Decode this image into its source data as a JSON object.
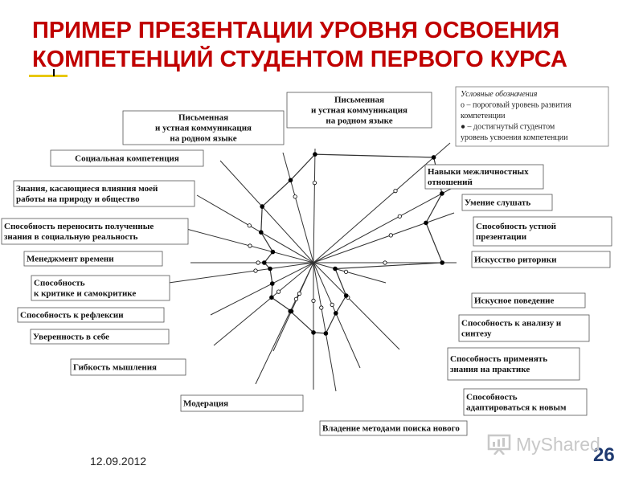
{
  "slide": {
    "title": "ПРИМЕР ПРЕЗЕНТАЦИИ УРОВНЯ ОСВОЕНИЯ КОМПЕТЕНЦИЙ СТУДЕНТОМ ПЕРВОГО КУРСА",
    "date": "12.09.2012",
    "page_number": "26",
    "watermark": "MyShared"
  },
  "colors": {
    "title": "#c00000",
    "title_accent": "#e8c800",
    "page_number": "#1f3a70",
    "lines": "#333333"
  },
  "chart_data": {
    "type": "radar",
    "axes": [
      "Письменная и устная коммуникация на родном языке",
      "Навыки межличностных отношений",
      "Умение слушать",
      "Способность устной презентации",
      "Искусство риторики",
      "Искусное поведение",
      "Способность к анализу и синтезу",
      "Способность применять знания на практике",
      "Способность адаптироваться к новым",
      "Владение методами поиска нового",
      "Модерация",
      "Гибкость мышления",
      "Уверенность в себе",
      "Способность к рефлексии",
      "Способность к критике и самокритике",
      "Менеджмент времени",
      "Способность переносить полученные знания в социальную реальность",
      "Знания, касающиеся влияния моей работы на природу и общество",
      "Социальная компетенция",
      "Письменная и устная коммуникация на родном языке"
    ],
    "max": 1.0,
    "series": [
      {
        "name": "пороговый уровень развития компетенции",
        "marker": "open",
        "values": [
          0.7,
          0.6,
          0.55,
          0.55,
          0.5,
          0.45,
          0.4,
          0.4,
          0.35,
          0.3,
          0.3,
          0.35,
          0.35,
          0.4,
          0.4,
          0.45,
          0.5,
          0.55,
          0.55,
          0.6
        ]
      },
      {
        "name": "достигнутый студентом уровень усвоения компетенции",
        "marker": "filled",
        "values": [
          0.95,
          0.88,
          0.82,
          0.8,
          0.9,
          0.3,
          0.38,
          0.48,
          0.55,
          0.55,
          0.4,
          0.55,
          0.42,
          0.4,
          0.3,
          0.4,
          0.32,
          0.45,
          0.55,
          0.75
        ]
      }
    ],
    "legend": {
      "title": "Условные обозначения",
      "open_marker_text": "о – пороговый уровень развития компетенции",
      "filled_marker_text": "● – достигнутый студентом уровень усвоения компетенции",
      "placement": "top-right"
    }
  },
  "labels": {
    "pis_left": [
      "Письменная",
      "и устная коммуникация",
      "на родном языке"
    ],
    "pis_top": [
      "Письменная",
      "и устная коммуникация",
      "на родном языке"
    ],
    "social": [
      "Социальная компетенция"
    ],
    "znaniya": [
      "Знания, касающиеся влияния моей",
      "работы на природу и общество"
    ],
    "perenos": [
      "Способность переносить полученные",
      "знания в социальную реальность"
    ],
    "menedzhment": [
      "Менеджмент времени"
    ],
    "kritika": [
      "Способность",
      "к критике и самокритике"
    ],
    "refleksiya": [
      "Способность к рефлексии"
    ],
    "uverennost": [
      "Уверенность в себе"
    ],
    "gibkost": [
      "Гибкость мышления"
    ],
    "moderaciya": [
      "Модерация"
    ],
    "poisk": [
      "Владение методами поиска нового"
    ],
    "adapt": [
      "Способность",
      "адаптироваться к новым"
    ],
    "primenyat": [
      "Способность применять",
      "знания на практике"
    ],
    "analiz": [
      "Способность к анализу и",
      "синтезу"
    ],
    "povedenie": [
      "Искусное поведение"
    ],
    "ritorika": [
      "Искусство риторики"
    ],
    "prezentaciya": [
      "Способность устной",
      "презентации"
    ],
    "slushat": [
      "Умение слушать"
    ],
    "mezhlich": [
      "Навыки межличностных",
      "отношений"
    ],
    "legend_lines": [
      "Условные обозначения",
      "о – пороговый уровень развития",
      "компетенции",
      "● – достигнутый студентом",
      "уровень усвоения компетенции"
    ]
  }
}
